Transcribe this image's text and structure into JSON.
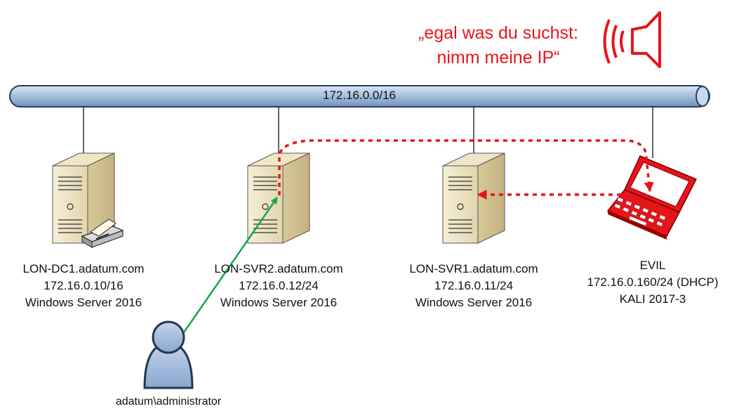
{
  "shout": {
    "line1": "„egal was du suchst:",
    "line2": "nimm meine IP“"
  },
  "network": {
    "label": "172.16.0.0/16"
  },
  "nodes": {
    "dc1": {
      "name": "LON-DC1.adatum.com",
      "ip": "172.16.0.10/16",
      "os": "Windows Server 2016",
      "icon": "server-with-printer-icon"
    },
    "svr2": {
      "name": "LON-SVR2.adatum.com",
      "ip": "172.16.0.12/24",
      "os": "Windows Server 2016",
      "icon": "server-icon"
    },
    "svr1": {
      "name": "LON-SVR1.adatum.com",
      "ip": "172.16.0.11/24",
      "os": "Windows Server 2016",
      "icon": "server-icon"
    },
    "evil": {
      "name": "EVIL",
      "ip": "172.16.0.160/24 (DHCP)",
      "os": "KALI 2017-3",
      "icon": "laptop-icon"
    }
  },
  "user": {
    "label": "adatum\\administrator",
    "icon": "user-icon"
  },
  "colors": {
    "attack": "#e8141b",
    "user_link": "#13a84a",
    "bus_fill": "#b3c9e3",
    "bus_stroke": "#243f60",
    "server_body": "#ece2c4",
    "user_fill": "#9fb7d8"
  }
}
